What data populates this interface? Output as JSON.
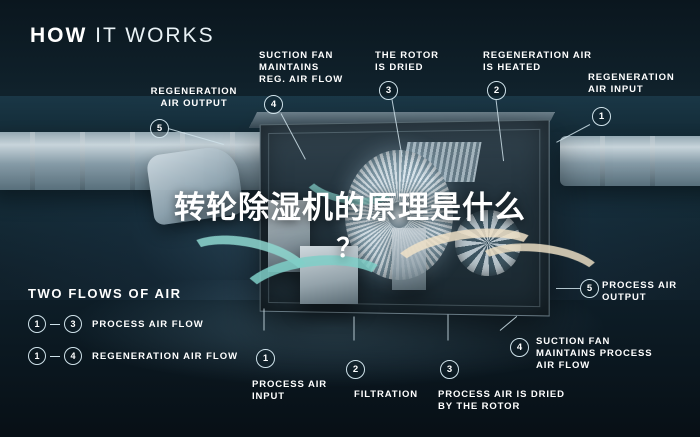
{
  "title": {
    "bold": "HOW",
    "thin": " IT WORKS"
  },
  "overlay": {
    "line1": "转轮除湿机的原理是什么",
    "line2": "？"
  },
  "callouts": [
    {
      "id": "5",
      "text": "REGENERATION\nAIR OUTPUT"
    },
    {
      "id": "4",
      "text": "SUCTION FAN\nMAINTAINS\nREG. AIR FLOW"
    },
    {
      "id": "3",
      "text": "THE ROTOR\nIS DRIED"
    },
    {
      "id": "2",
      "text": "REGENERATION AIR\nIS HEATED"
    },
    {
      "id": "1",
      "text": "REGENERATION\nAIR INPUT"
    },
    {
      "id": "1",
      "text": "PROCESS AIR\nINPUT"
    },
    {
      "id": "2",
      "text": "FILTRATION"
    },
    {
      "id": "3",
      "text": "PROCESS AIR IS DRIED\nBY THE ROTOR"
    },
    {
      "id": "4",
      "text": "SUCTION FAN\nMAINTAINS PROCESS\nAIR FLOW"
    },
    {
      "id": "5",
      "text": "PROCESS AIR\nOUTPUT"
    }
  ],
  "legend": {
    "title": "TWO FLOWS OF AIR",
    "rows": [
      {
        "from": "1",
        "to": "3",
        "label": "PROCESS AIR FLOW"
      },
      {
        "from": "1",
        "to": "4",
        "label": "REGENERATION AIR FLOW"
      }
    ]
  }
}
